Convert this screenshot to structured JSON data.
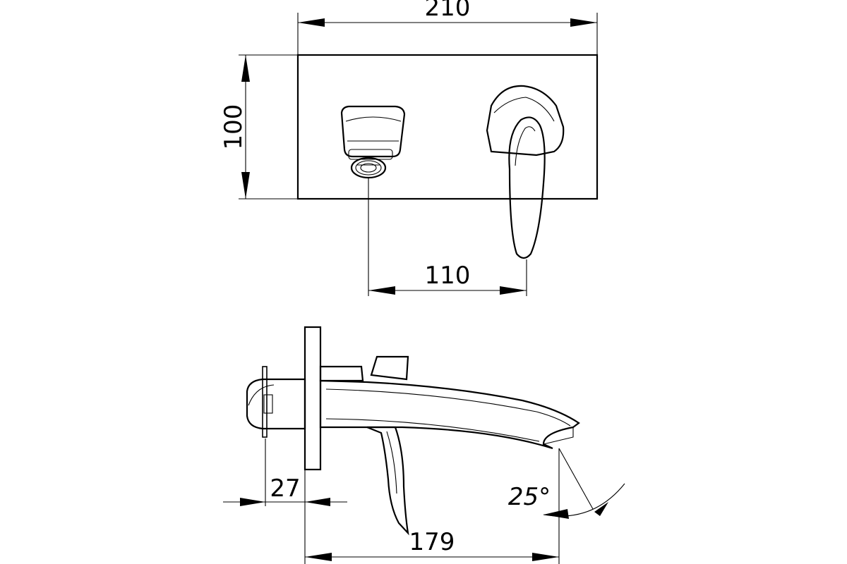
{
  "dimensions": {
    "plate_width": "210",
    "plate_height": "100",
    "spout_to_handle": "110",
    "wall_depth": "27",
    "spout_projection": "179",
    "spout_angle": "25°"
  }
}
